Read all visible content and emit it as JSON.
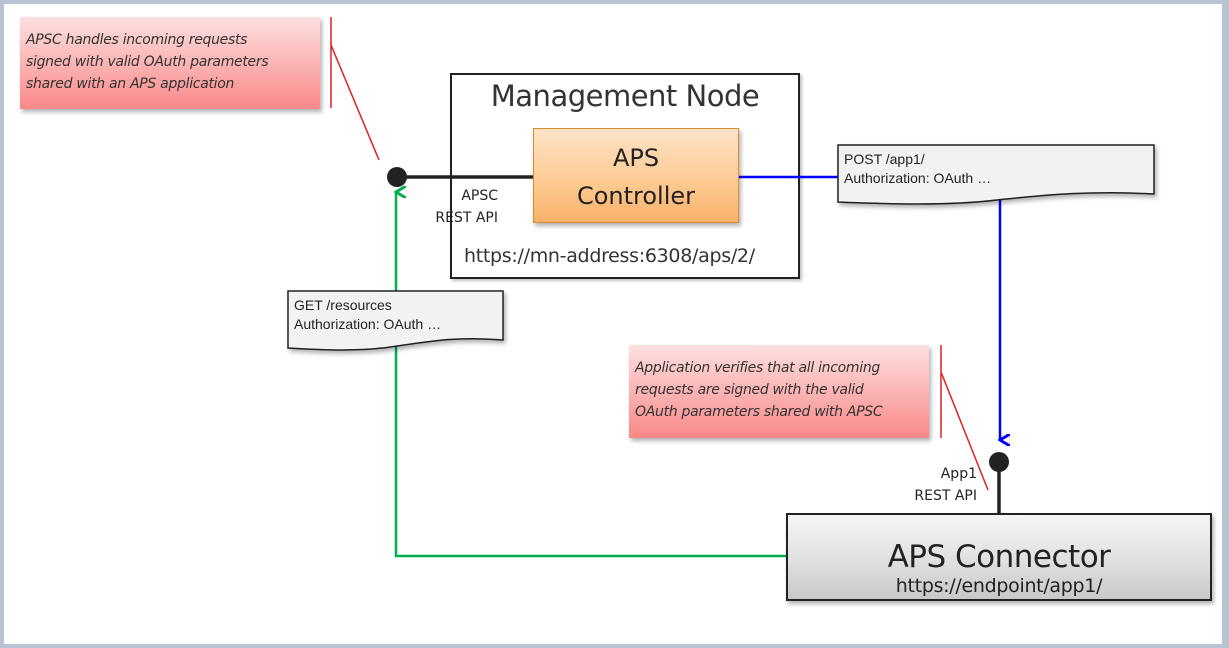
{
  "notes": {
    "apsc": {
      "lines": [
        "APSC handles incoming requests",
        "signed with valid OAuth parameters",
        "shared with an APS application"
      ]
    },
    "application": {
      "lines": [
        "Application verifies that all incoming",
        "requests are signed with the valid",
        "OAuth parameters shared with APSC"
      ]
    }
  },
  "management_node": {
    "title": "Management Node",
    "url": "https://mn-address:6308/aps/2/",
    "controller": {
      "line1": "APS",
      "line2": "Controller"
    }
  },
  "endpoints": {
    "apsc_api": {
      "line1": "APSC",
      "line2": "REST API"
    },
    "app1_api": {
      "line1": "App1",
      "line2": "REST API"
    }
  },
  "requests": {
    "post": {
      "line1": "POST /app1/",
      "line2": "Authorization: OAuth …"
    },
    "get": {
      "line1": "GET /resources",
      "line2": "Authorization: OAuth …"
    }
  },
  "connector": {
    "title": "APS Connector",
    "url": "https://endpoint/app1/"
  },
  "colors": {
    "post_flow": "#0000ff",
    "get_flow": "#00b050",
    "annotation_line": "#e02020",
    "background_frame": "#b8c4d4"
  }
}
